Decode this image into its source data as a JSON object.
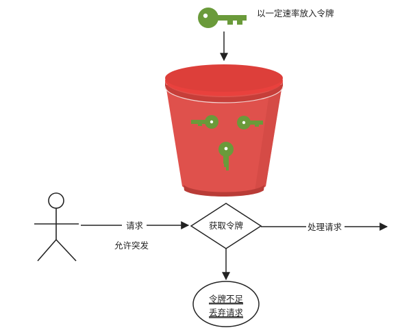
{
  "texts": {
    "top_caption": "以一定速率放入令牌",
    "request_label": "请求",
    "burst_label": "允许突发",
    "get_token": "获取令牌",
    "process_request": "处理请求",
    "insufficient_line1": "令牌不足",
    "insufficient_line2": "丢弃请求"
  },
  "colors": {
    "bucket_body": "#df514c",
    "bucket_rim": "#e9413d",
    "bucket_shadow": "#b93c37",
    "key_green": "#6a9a3a",
    "key_dark": "#3d5a1f",
    "line": "#222222"
  },
  "icons": {
    "token_key": "key-icon",
    "bucket": "bucket-icon",
    "user": "stick-figure-icon"
  }
}
